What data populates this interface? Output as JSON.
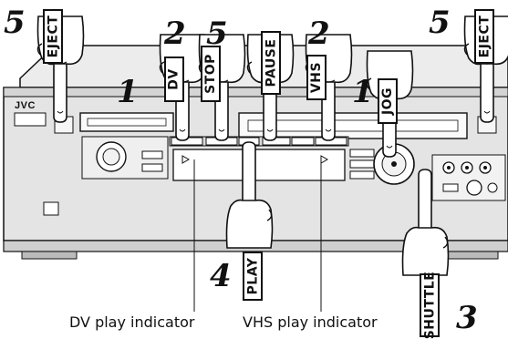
{
  "brand": "JVC",
  "buttons": {
    "eject_left": "EJECT",
    "eject_right": "EJECT",
    "dv": "DV",
    "stop": "STOP",
    "pause": "PAUSE",
    "vhs": "VHS",
    "jog": "JOG",
    "play": "PLAY",
    "shuttle": "SHUTTLE"
  },
  "steps": {
    "eject_left": "5",
    "eject_right": "5",
    "stop": "5",
    "dv": "2",
    "vhs": "2",
    "insert_left": "1",
    "insert_right": "1",
    "play": "4",
    "shuttle": "3"
  },
  "captions": {
    "dv_indicator": "DV play indicator",
    "vhs_indicator": "VHS play indicator"
  },
  "icons": [
    "pointing-hand-icon",
    "play-indicator-icon",
    "s-video-jack-icon"
  ],
  "colors": {
    "ink": "#111111",
    "panel": "#e6e6e6",
    "paper": "#ffffff"
  }
}
